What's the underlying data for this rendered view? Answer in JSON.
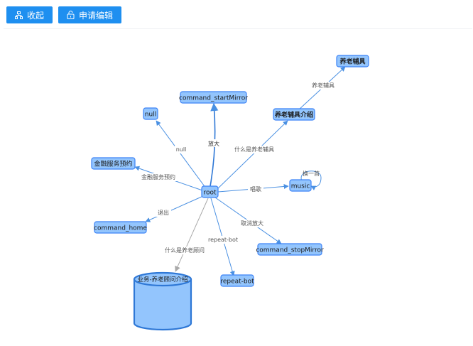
{
  "toolbar": {
    "collapse_label": "收起",
    "apply_edit_label": "申请编辑"
  },
  "colors": {
    "button_bg": "#1e8ff0",
    "node_fill": "#93c5fd",
    "node_stroke": "#3b82f6",
    "edge": "#4a90e2",
    "edge_gray": "#a9a9a9"
  },
  "graph": {
    "nodes": {
      "root": "root",
      "null": "null",
      "cmd_start": "command_startMirror",
      "aids": "养老辅具",
      "aids_intro": "养老辅具介绍",
      "finance": "金融服务预约",
      "music": "music",
      "cmd_home": "command_home",
      "cmd_stop": "command_stopMirror",
      "repeat_bot": "repeat-bot",
      "db": "业务-养老顾问介绍"
    },
    "edges": {
      "null": "null",
      "fangda": "放大",
      "what_aids": "什么是养老辅具",
      "aids": "养老辅具",
      "finance": "金融服务预约",
      "changge": "唱歌",
      "huanyishou": "换一首",
      "tuichu": "退出",
      "cancel": "取消放大",
      "repeat": "repeat-bot",
      "advisor": "什么是养老顾问"
    }
  }
}
